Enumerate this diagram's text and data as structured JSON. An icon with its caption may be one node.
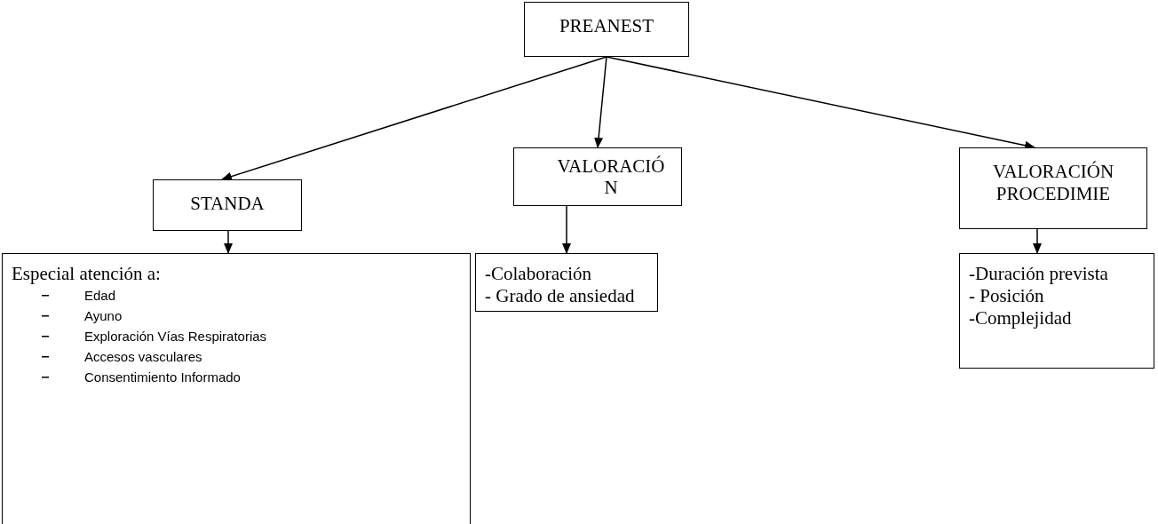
{
  "diagram": {
    "nodes": [
      {
        "text": [
          "PREANEST"
        ]
      },
      {
        "text": [
          "STANDA"
        ]
      },
      {
        "text": [
          "VALORACIÓN"
        ]
      },
      {
        "text": [
          "VALORACIÓN PROCEDIMIE"
        ]
      },
      {
        "text": [
          "Especial atención a:",
          "Edad",
          "Ayuno",
          "Exploración Vías Respiratorias",
          "Accesos vasculares",
          "Consentimiento Informado"
        ]
      },
      {
        "text": [
          "-Colaboración",
          "- Grado de ansiedad"
        ]
      },
      {
        "text": [
          "-Duración prevista",
          "- Posición",
          "-Complejidad"
        ]
      }
    ],
    "edges": [
      {
        "from": 0,
        "to": 1,
        "arrow": "to"
      },
      {
        "from": 0,
        "to": 2,
        "arrow": "to"
      },
      {
        "from": 0,
        "to": 3,
        "arrow": "to"
      },
      {
        "from": 1,
        "to": 4,
        "arrow": "to"
      },
      {
        "from": 2,
        "to": 5,
        "arrow": "to"
      },
      {
        "from": 3,
        "to": 6,
        "arrow": "to"
      }
    ]
  }
}
